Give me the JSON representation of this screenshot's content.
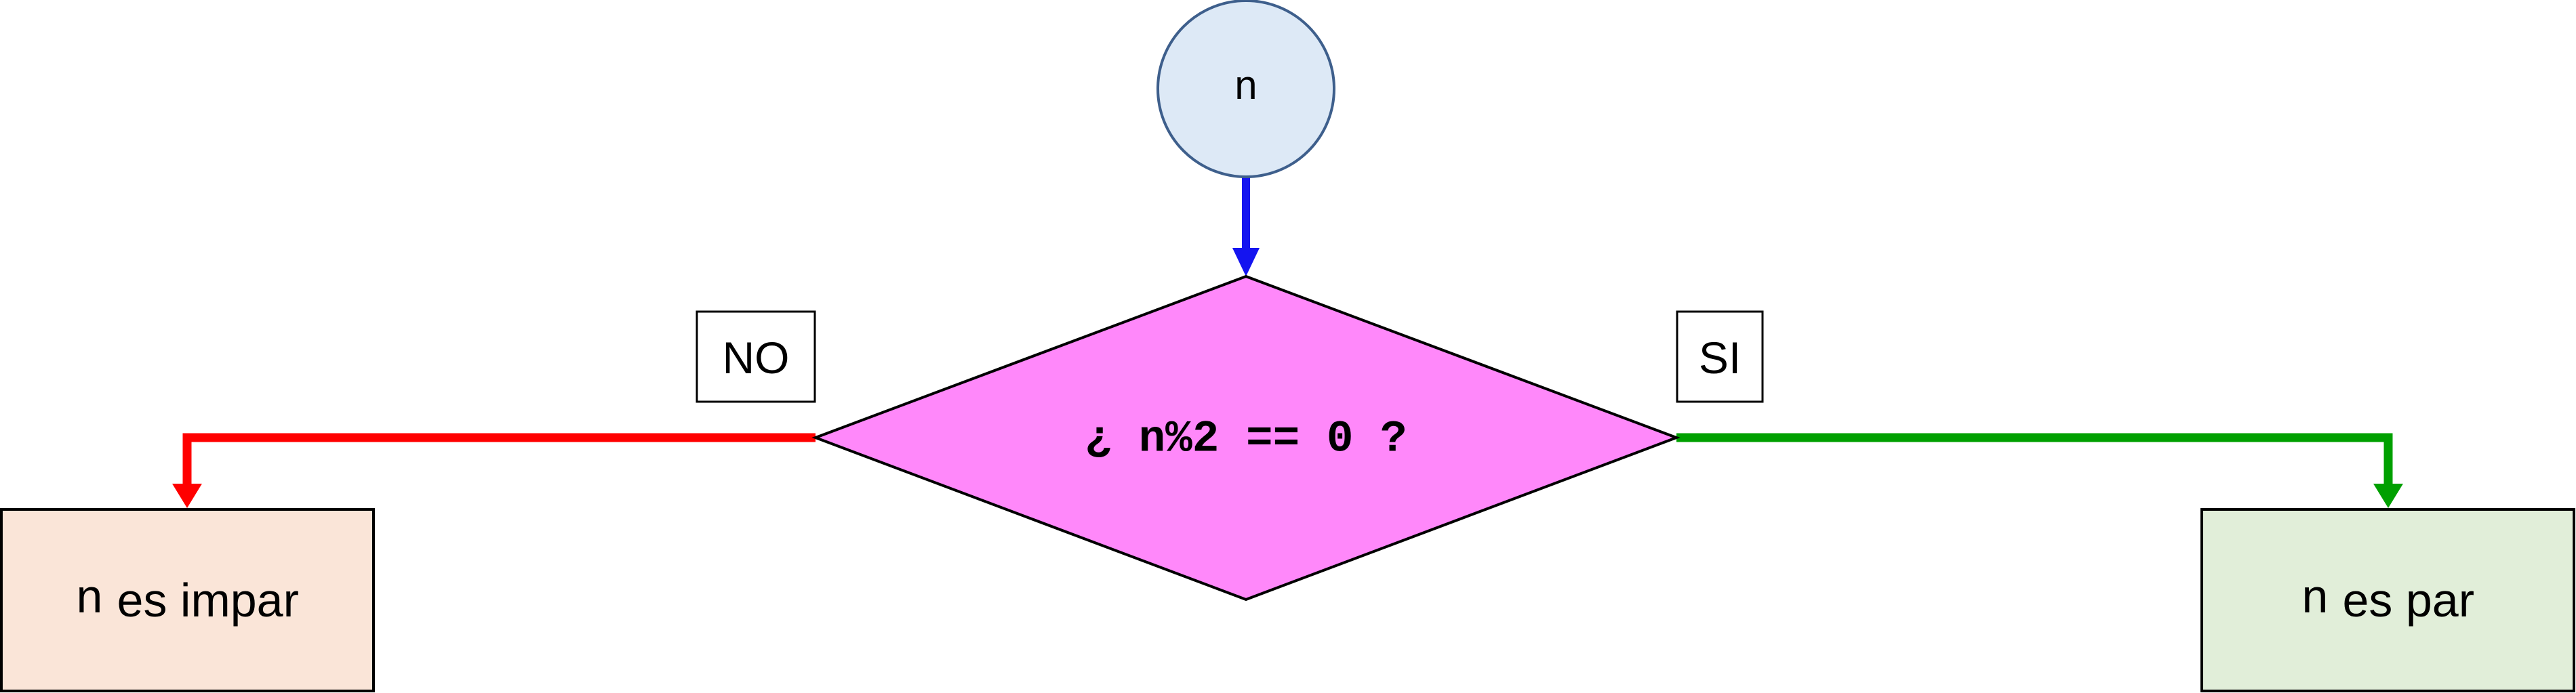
{
  "start": {
    "var": "n",
    "fill": "#dde9f6",
    "stroke": "#3e5f8c"
  },
  "decision": {
    "text": "¿ n%2 == 0 ?",
    "fill": "#ff88fa",
    "stroke": "#000000"
  },
  "branches": {
    "no": {
      "label": "NO",
      "color": "#ff0000"
    },
    "yes": {
      "label": "SI",
      "color": "#00a000"
    }
  },
  "input_arrow_color": "#1414f0",
  "outcomes": {
    "odd": {
      "var": "n",
      "text": " es impar",
      "fill": "#fae5d8"
    },
    "even": {
      "var": "n",
      "text": " es par",
      "fill": "#e1eed9"
    }
  }
}
